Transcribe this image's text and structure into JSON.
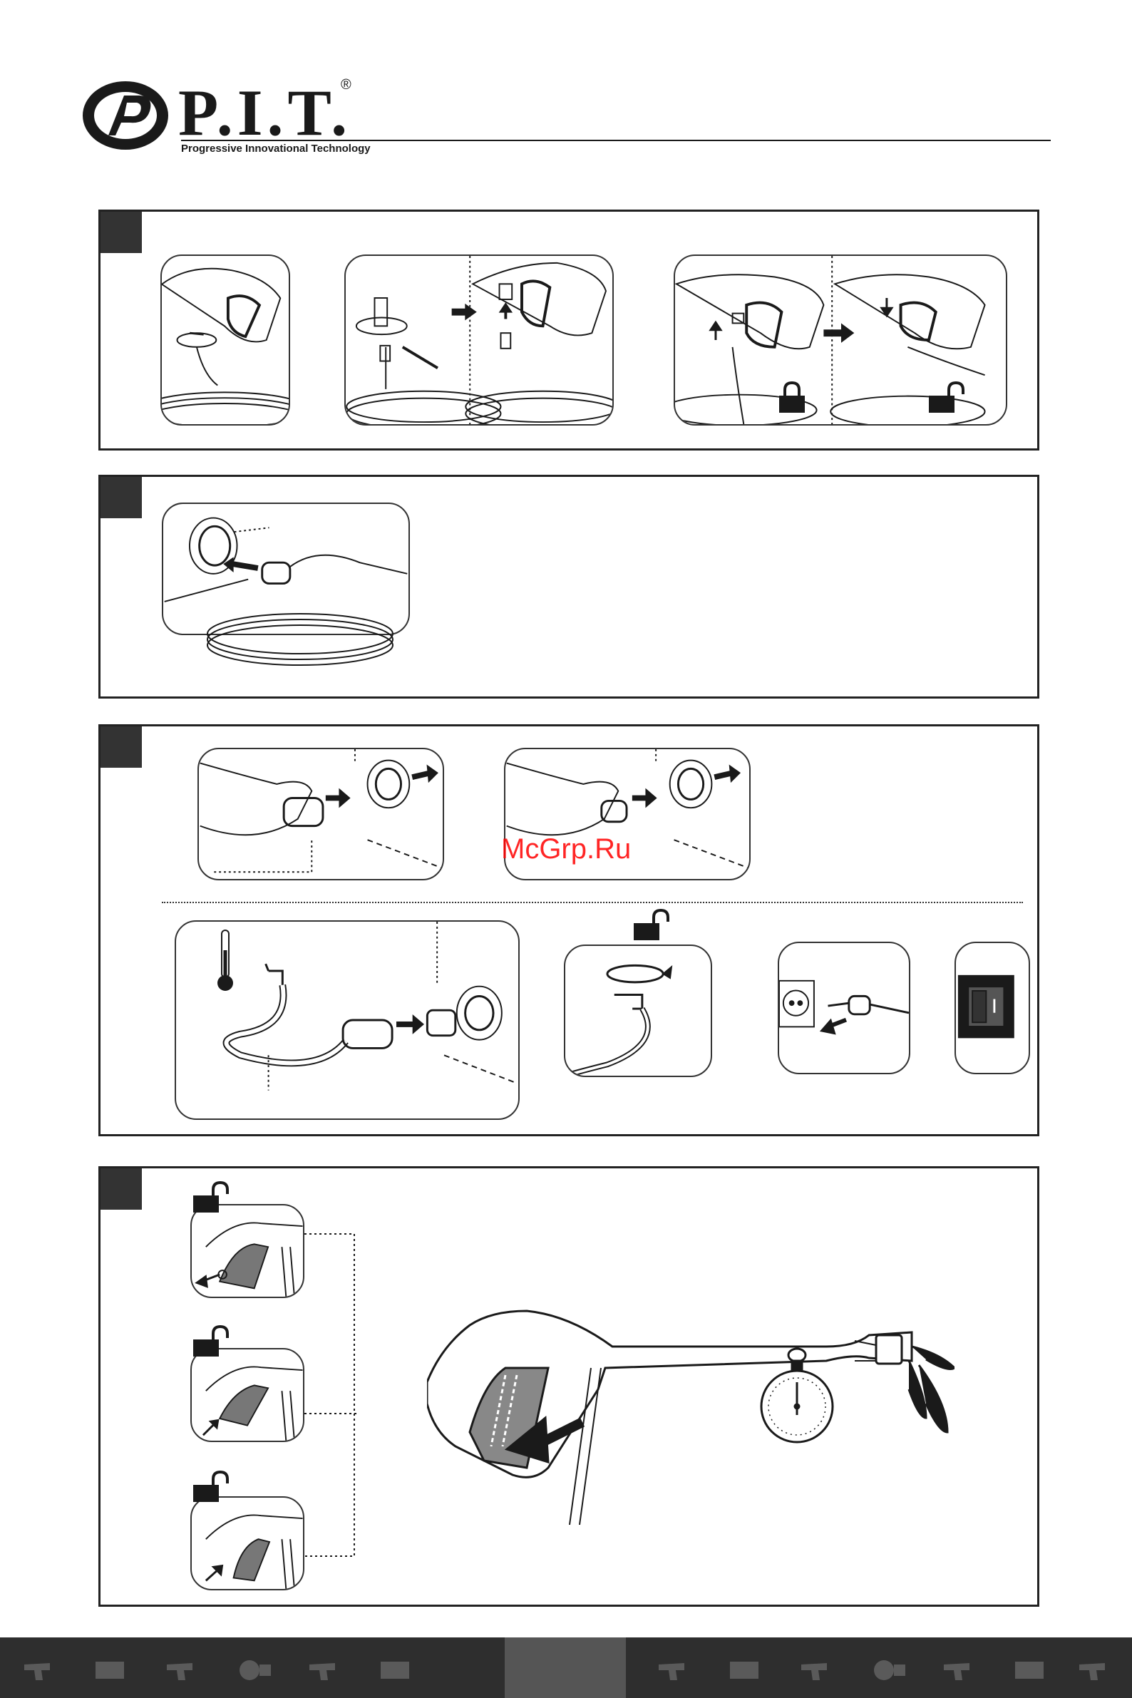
{
  "header": {
    "brand": "P.I.T.",
    "registered_mark": "®",
    "tagline": "Progressive Innovational Technology"
  },
  "watermark": "McGrp.Ru",
  "sections": [
    {
      "id": "connect-gun"
    },
    {
      "id": "connect-high-pressure-hose"
    },
    {
      "id": "connect-water-supply"
    },
    {
      "id": "trigger-lock"
    }
  ],
  "colors": {
    "frame": "#222222",
    "step_square": "#333333",
    "footer": "#2e2e2e",
    "watermark": "#ff0000"
  },
  "icons": [
    "lock-closed-icon",
    "lock-open-icon",
    "thermometer-icon",
    "stopwatch-icon",
    "power-switch-icon",
    "socket-icon"
  ]
}
